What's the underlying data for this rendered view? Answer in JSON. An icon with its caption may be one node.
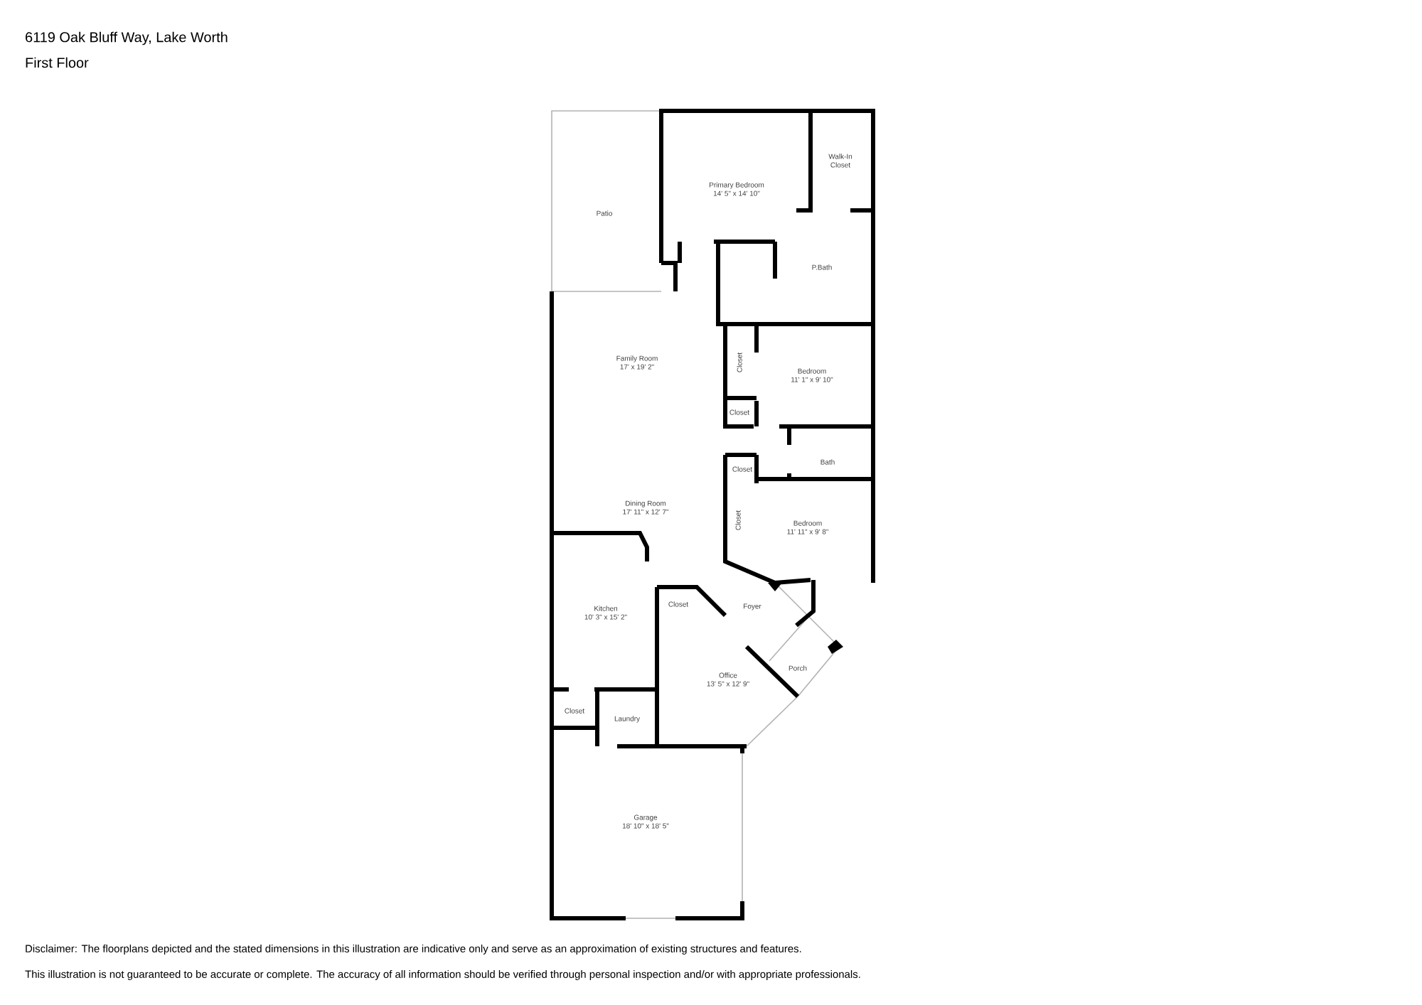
{
  "diagram": {
    "title": "6119 Oak Bluff Way, Lake Worth",
    "nodes": [
      {
        "text": [
          "Patio"
        ]
      },
      {
        "text": [
          "Primary Bedroom",
          "14' 5\" x 14' 10\""
        ]
      },
      {
        "text": [
          "Walk-In Closet"
        ]
      },
      {
        "text": [
          "P.Bath"
        ]
      },
      {
        "text": [
          "Family Room",
          "17' x 19' 2\""
        ]
      },
      {
        "text": [
          "Closet"
        ]
      },
      {
        "text": [
          "Bedroom",
          "11' 1\" x 9' 10\""
        ]
      },
      {
        "text": [
          "Closet"
        ]
      },
      {
        "text": [
          "Bath"
        ]
      },
      {
        "text": [
          "Closet"
        ]
      },
      {
        "text": [
          "Dining Room",
          "17' 11\" x 12' 7\""
        ]
      },
      {
        "text": [
          "Closet"
        ]
      },
      {
        "text": [
          "Bedroom",
          "11' 11\" x 9' 8\""
        ]
      },
      {
        "text": [
          "Kitchen",
          "10' 3\" x 15' 2\""
        ]
      },
      {
        "text": [
          "Closet"
        ]
      },
      {
        "text": [
          "Foyer"
        ]
      },
      {
        "text": [
          "Porch"
        ]
      },
      {
        "text": [
          "Office",
          "13' 5\" x 12' 9\""
        ]
      },
      {
        "text": [
          "Closet"
        ]
      },
      {
        "text": [
          "Laundry"
        ]
      },
      {
        "text": [
          "Garage",
          "18' 10\" x 18' 5\""
        ]
      }
    ],
    "labels": [
      "First Floor",
      "Disclaimer: The floorplans depicted and the stated dimensions in this illustration are indicative only and serve as an approximation of existing structures and features.",
      "This illustration is not guaranteed to be accurate or complete. The accuracy of all information should be verified through personal inspection and/or with appropriate professionals."
    ]
  }
}
